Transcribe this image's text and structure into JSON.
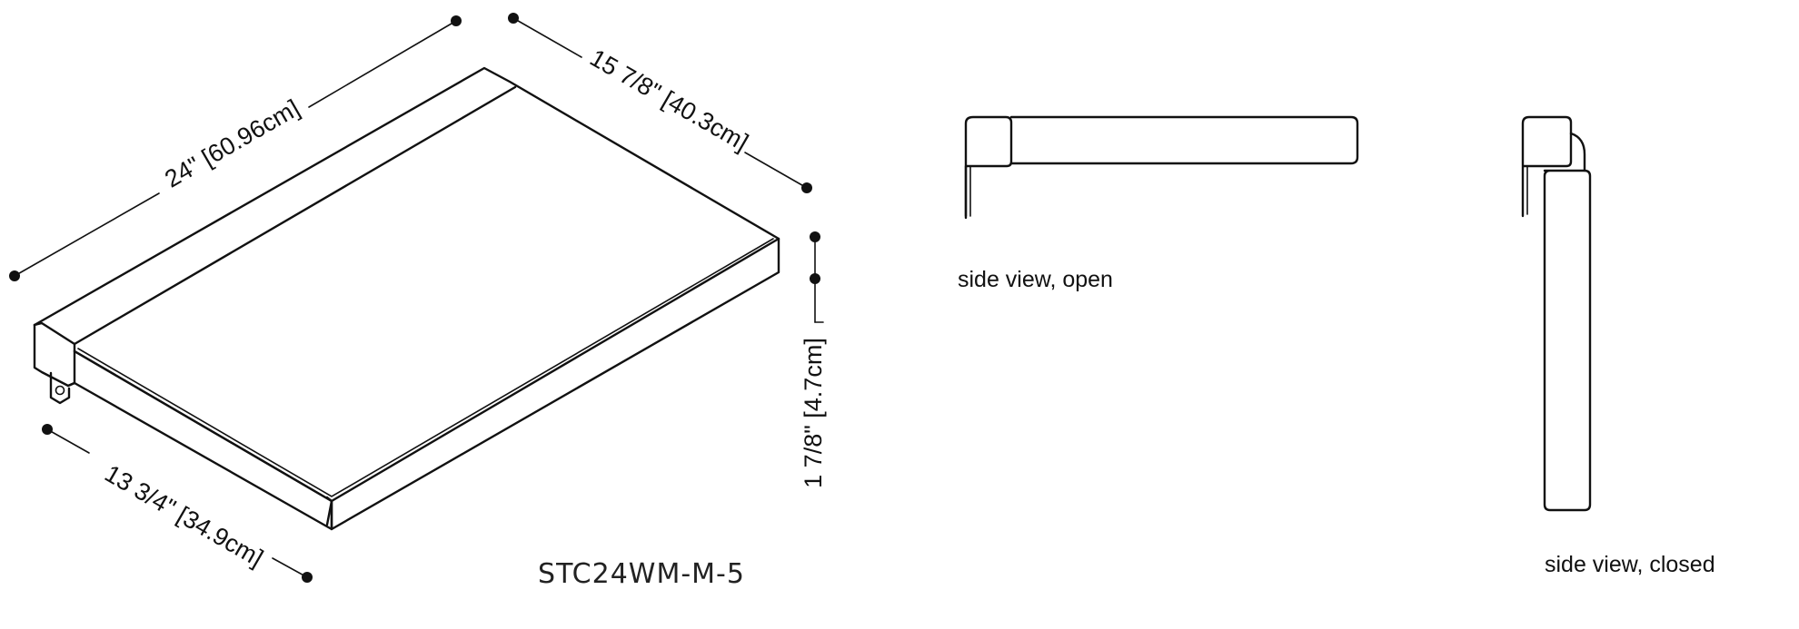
{
  "dimensions": {
    "length": "24\" [60.96cm]",
    "depth_total": "15 7/8\" [40.3cm]",
    "depth_seat": "13 3/4\" [34.9cm]",
    "height": "1 7/8\" [4.7cm]"
  },
  "captions": {
    "side_open": "side view, open",
    "side_closed": "side view, closed"
  },
  "model_number": "STC24WM-M-5"
}
